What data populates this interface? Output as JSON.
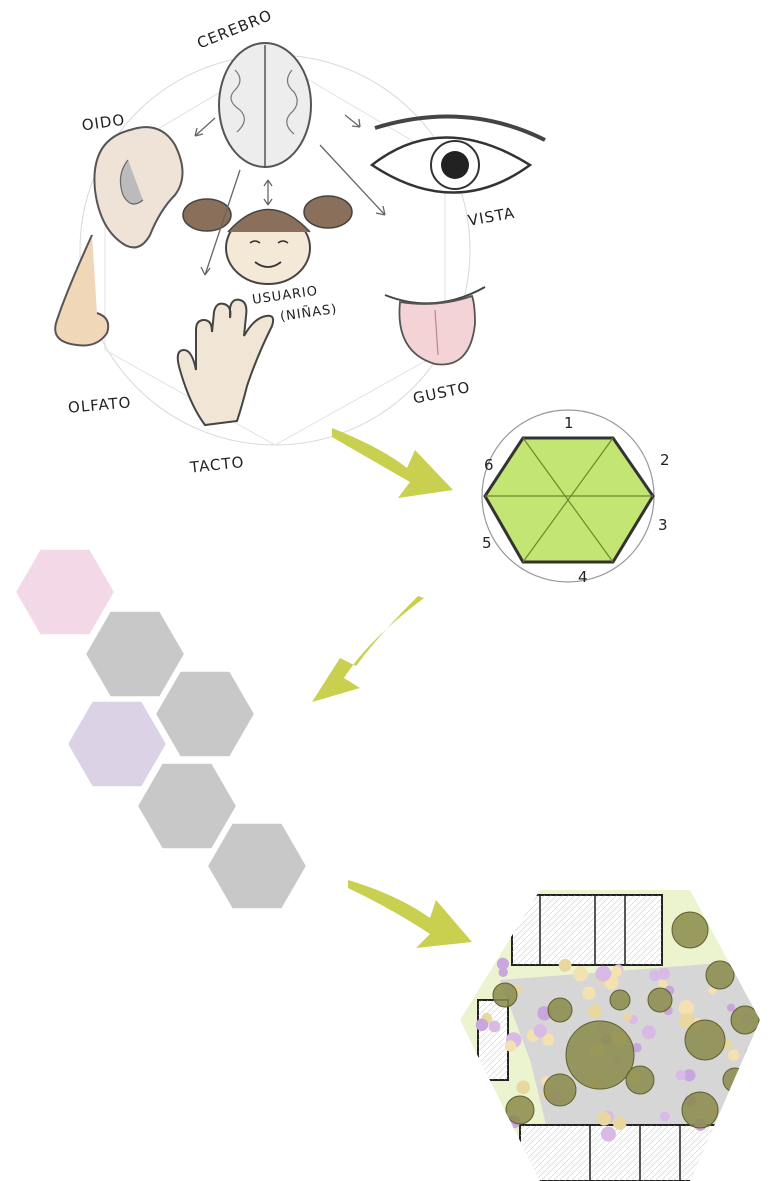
{
  "sketch": {
    "labels": {
      "cerebro": "CEREBRO",
      "oido": "OIDO",
      "vista": "VISTA",
      "usuario_line1": "USUARIO",
      "usuario_line2": "(NIÑAS)",
      "olfato": "OLFATO",
      "tacto": "TACTO",
      "gusto": "GUSTO"
    }
  },
  "hexagon_sketch": {
    "numbers": [
      "1",
      "2",
      "3",
      "4",
      "5",
      "6"
    ],
    "fill_color": "#b8e05a"
  },
  "hex_chain": {
    "colors": [
      "#f3d9e8",
      "#c8c8c8",
      "#c8c8c8",
      "#dcd2e6",
      "#c8c8c8",
      "#c8c8c8"
    ]
  },
  "arrows": {
    "color": "#c9cf4e"
  }
}
